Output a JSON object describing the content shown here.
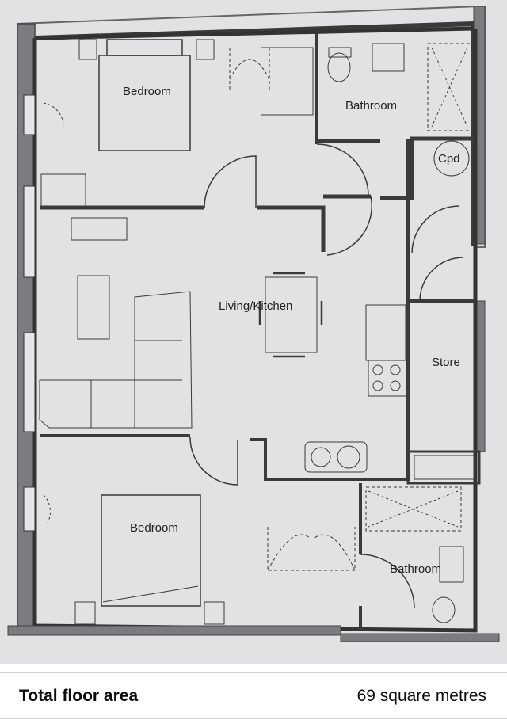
{
  "plan": {
    "rooms": {
      "bedroom_1": "Bedroom",
      "bathroom_1": "Bathroom",
      "cupboard": "Cpd",
      "living_kitchen": "Living/Kitchen",
      "store": "Store",
      "bedroom_2": "Bedroom",
      "bathroom_2": "Bathroom"
    }
  },
  "summary": {
    "label": "Total floor area",
    "value": "69 square metres"
  }
}
